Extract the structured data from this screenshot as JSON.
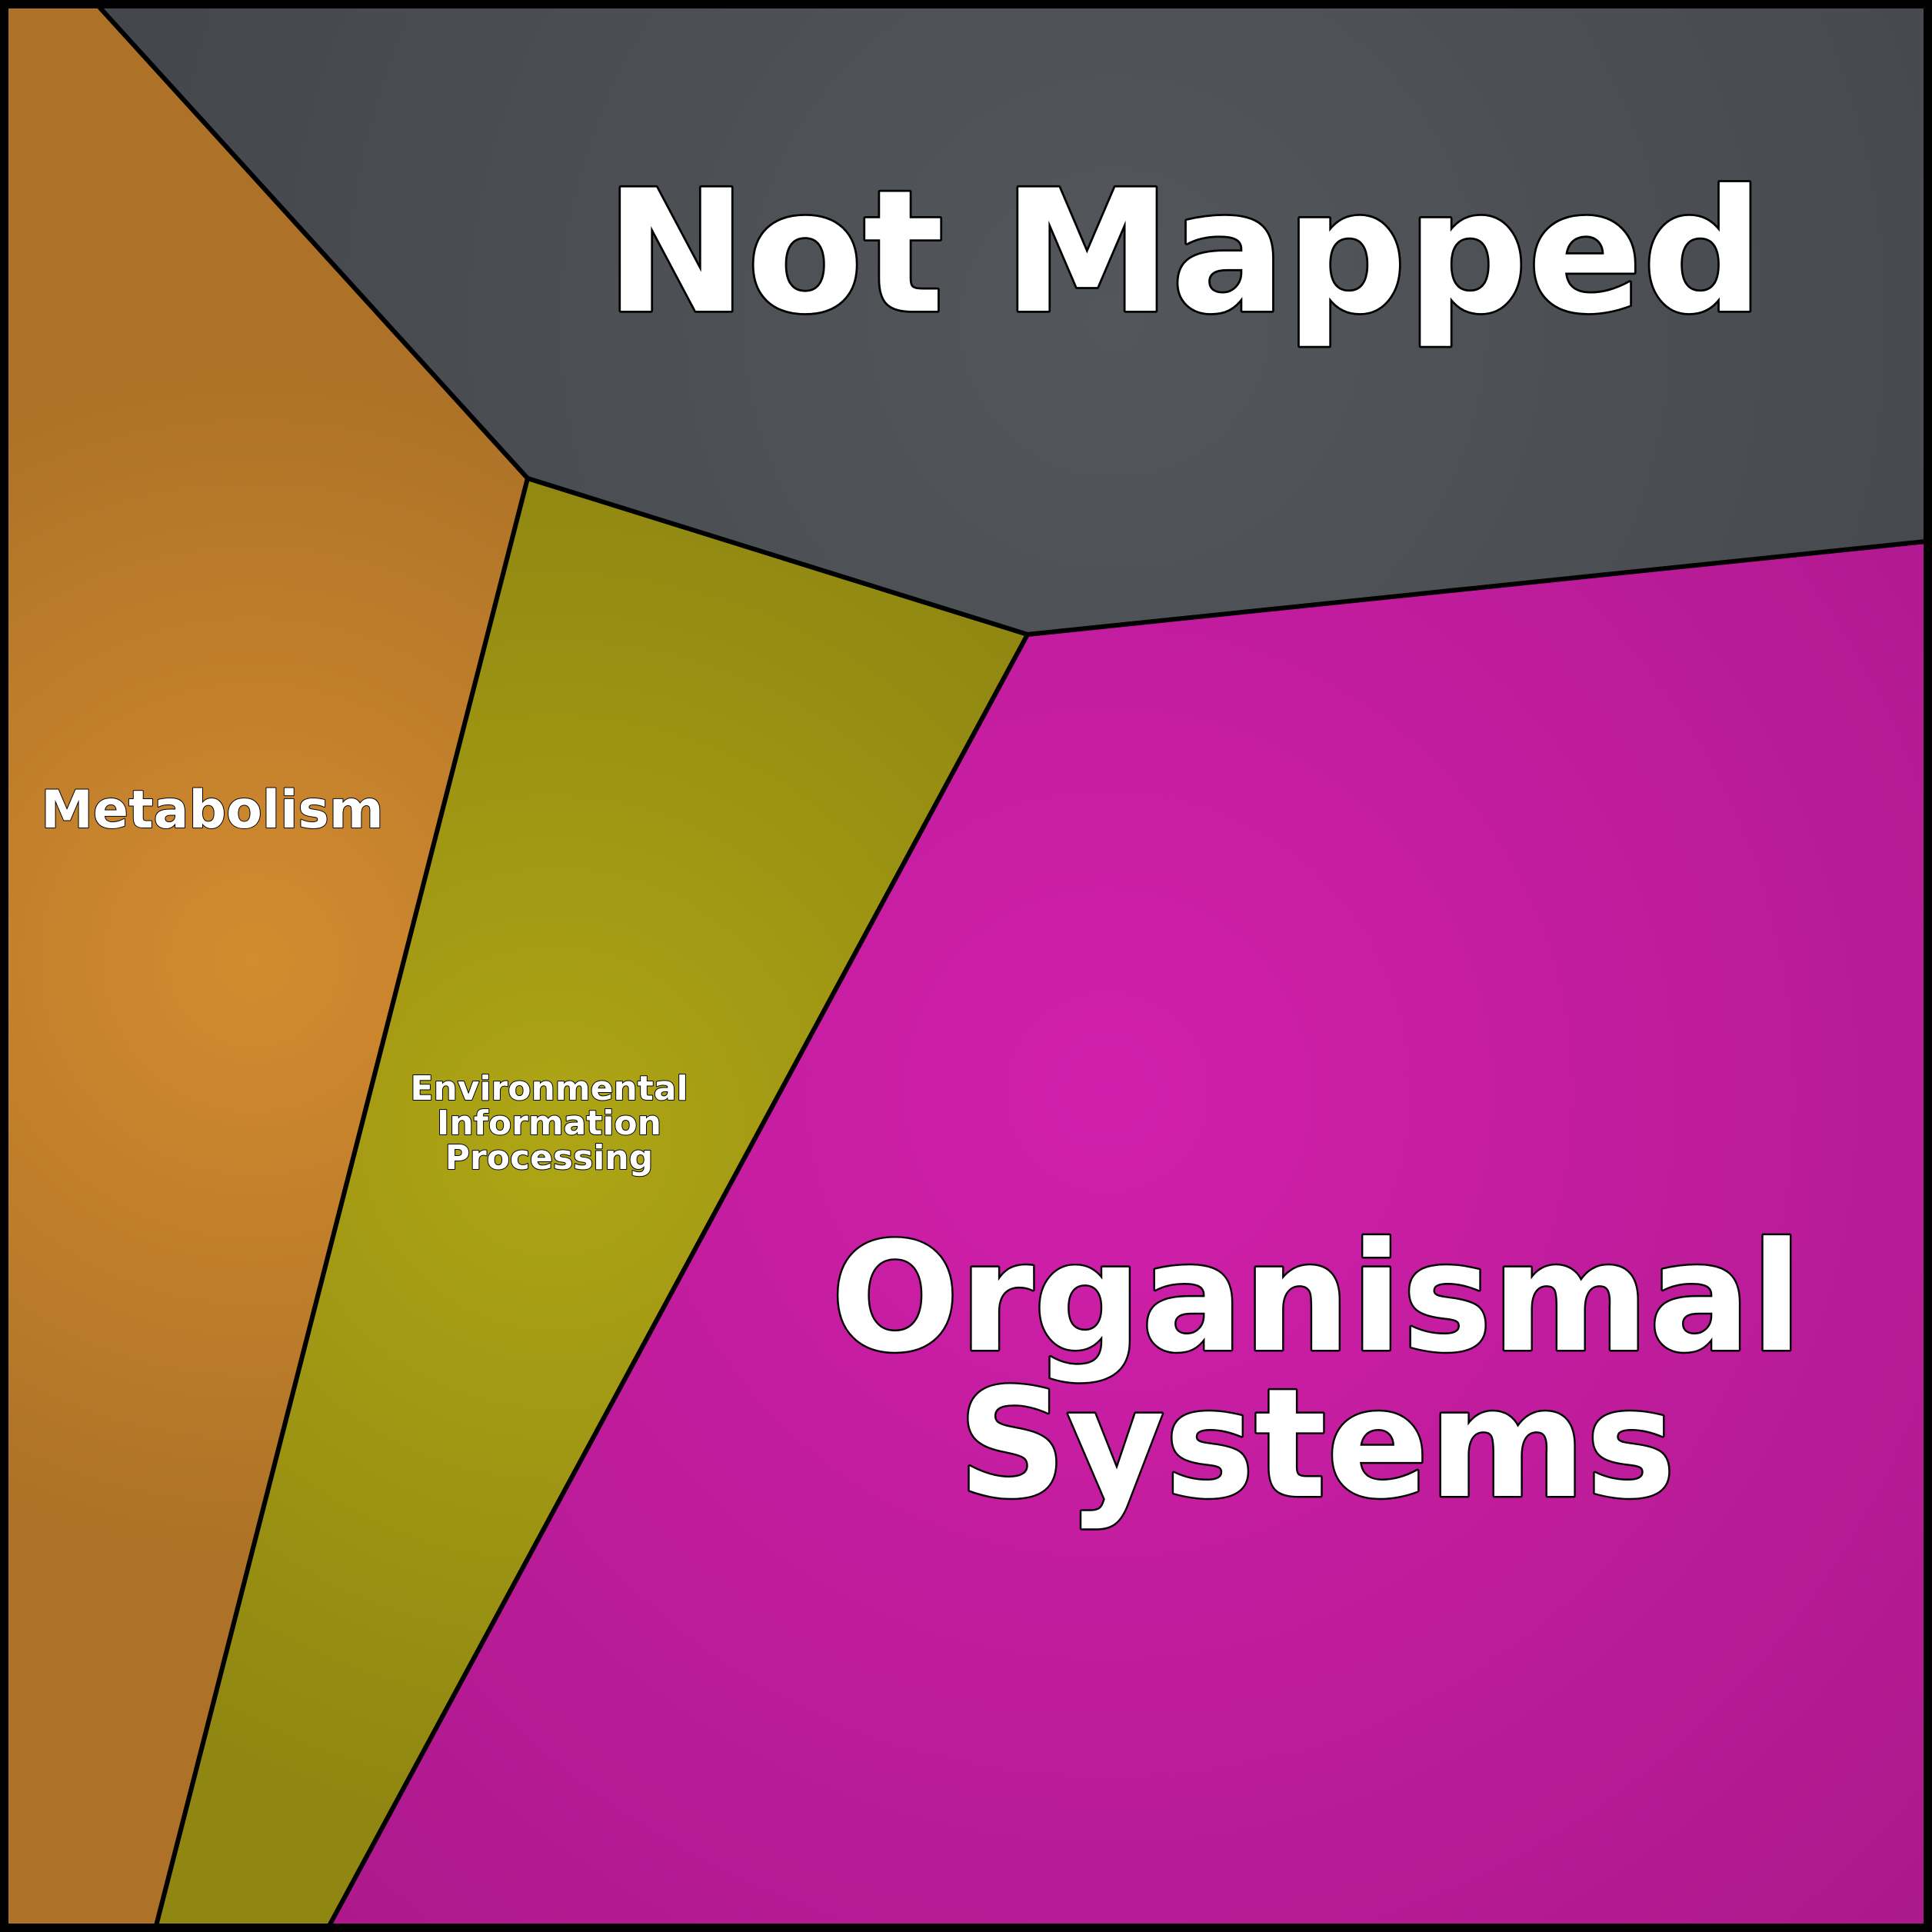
{
  "chart_data": {
    "type": "voronoi-treemap",
    "cells": [
      {
        "id": "not-mapped",
        "label": [
          "Not Mapped"
        ],
        "color": "#53575c"
      },
      {
        "id": "metabolism",
        "label": [
          "Metabolism"
        ],
        "color": "#d38b2f"
      },
      {
        "id": "environmental-information-processing",
        "label": [
          "Environmental",
          "Information",
          "Processing"
        ],
        "color": "#aea515"
      },
      {
        "id": "organismal-systems",
        "label": [
          "Organismal",
          "Systems"
        ],
        "color": "#d21fab"
      }
    ]
  }
}
